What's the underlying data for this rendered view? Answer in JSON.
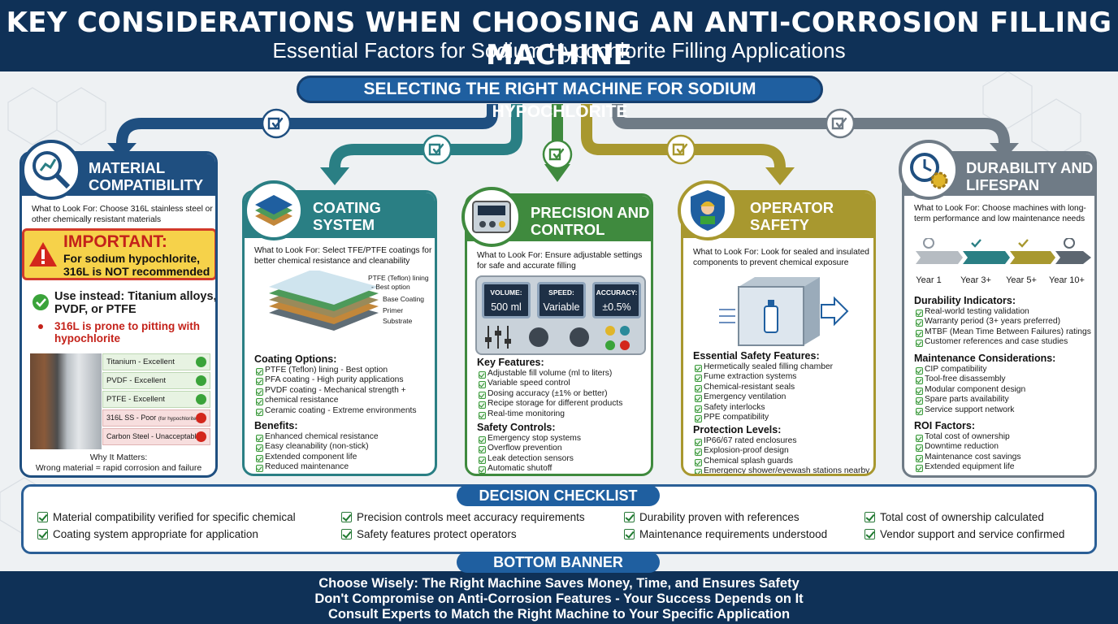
{
  "header": {
    "title": "KEY CONSIDERATIONS WHEN CHOOSING AN ANTI-CORROSION FILLING MACHINE",
    "subtitle": "Essential Factors for Sodium Hypochlorite Filling Applications"
  },
  "selector": {
    "label": "SELECTING THE RIGHT MACHINE FOR SODIUM HYPOCHLORITE"
  },
  "colors": {
    "navy": "#0f3157",
    "blue": "#1f5fa0",
    "teal": "#2a7f84",
    "green": "#3f8a3e",
    "olive": "#a8982f",
    "gray": "#6f7b86"
  },
  "material": {
    "title_line1": "MATERIAL",
    "title_line2": "COMPATIBILITY",
    "look_for": "What to Look For: Choose 316L stainless steel or other chemically resistant materials",
    "important_title": "IMPORTANT:",
    "important_text": "For sodium hypochlorite, 316L is NOT recommended",
    "use_instead": "Use instead: Titanium alloys, PVDF, or PTFE",
    "warning": "316L is prone to pitting with hypochlorite",
    "ratings": [
      {
        "label": "Titanium - Excellent",
        "good": true
      },
      {
        "label": "PVDF - Excellent",
        "good": true
      },
      {
        "label": "PTFE - Excellent",
        "good": true
      },
      {
        "label": "316L SS - Poor",
        "note": "(for hypochlorite)",
        "good": false
      },
      {
        "label": "Carbon Steel - Unacceptable",
        "good": false
      }
    ],
    "why_title": "Why It Matters:",
    "why_text": "Wrong material = rapid corrosion and failure"
  },
  "coating": {
    "title_line1": "COATING",
    "title_line2": "SYSTEM",
    "look_for": "What to Look For: Select TFE/PTFE coatings for better chemical resistance and cleanability",
    "layers": [
      "PTFE (Teflon) lining",
      "- Best option",
      "Base Coating",
      "Primer",
      "Substrate"
    ],
    "options_title": "Coating Options:",
    "options": [
      "PTFE (Teflon) lining - Best option",
      "PFA coating - High purity applications",
      "PVDF coating - Mechanical strength +",
      "chemical resistance",
      "Ceramic coating - Extreme environments"
    ],
    "benefits_title": "Benefits:",
    "benefits": [
      "Enhanced chemical resistance",
      "Easy cleanability (non-stick)",
      "Extended component life",
      "Reduced maintenance"
    ]
  },
  "precision": {
    "title_line1": "PRECISION AND",
    "title_line2": "CONTROL",
    "look_for": "What to Look For: Ensure adjustable settings for safe and accurate filling",
    "screens": [
      {
        "label": "VOLUME:",
        "value": "500 ml"
      },
      {
        "label": "SPEED:",
        "value": "Variable"
      },
      {
        "label": "ACCURACY:",
        "value": "±0.5%"
      }
    ],
    "features_title": "Key Features:",
    "features": [
      "Adjustable fill volume (ml to liters)",
      "Variable speed control",
      "Dosing accuracy (±1% or better)",
      "Recipe storage for different products",
      "Real-time monitoring"
    ],
    "safety_title": "Safety Controls:",
    "safety": [
      "Emergency stop systems",
      "Overflow prevention",
      "Leak detection sensors",
      "Automatic shutoff"
    ]
  },
  "operator": {
    "title_line1": "OPERATOR",
    "title_line2": "SAFETY",
    "look_for": "What to Look For: Look for sealed and insulated components to prevent chemical exposure",
    "features_title": "Essential Safety Features:",
    "features": [
      "Hermetically sealed filling chamber",
      "Fume extraction systems",
      "Chemical-resistant seals",
      "Emergency ventilation",
      "Safety interlocks",
      "PPE compatibility"
    ],
    "levels_title": "Protection Levels:",
    "levels": [
      "IP66/67 rated enclosures",
      "Explosion-proof design",
      "Chemical splash guards",
      "Emergency shower/eyewash stations nearby"
    ]
  },
  "durability": {
    "title_line1": "DURABILITY AND",
    "title_line2": "LIFESPAN",
    "look_for": "What to Look For: Choose machines with long-term performance and low maintenance needs",
    "years": [
      "Year 1",
      "Year 3+",
      "Year 5+",
      "Year 10+"
    ],
    "indicators_title": "Durability Indicators:",
    "indicators": [
      "Real-world testing validation",
      "Warranty period (3+ years preferred)",
      "MTBF (Mean Time Between Failures) ratings",
      "Customer references and case studies"
    ],
    "maintenance_title": "Maintenance Considerations:",
    "maintenance": [
      "CIP compatibility",
      "Tool-free disassembly",
      "Modular component design",
      "Spare parts availability",
      "Service support network"
    ],
    "roi_title": "ROI Factors:",
    "roi": [
      "Total cost of ownership",
      "Downtime reduction",
      "Maintenance cost savings",
      "Extended equipment life"
    ]
  },
  "checklist": {
    "title": "DECISION CHECKLIST",
    "items": [
      "Material compatibility verified for specific chemical",
      "Coating system appropriate for application",
      "Precision controls meet accuracy requirements",
      "Safety features protect operators",
      "Durability proven with references",
      "Maintenance requirements understood",
      "Total cost of ownership calculated",
      "Vendor support and service confirmed"
    ]
  },
  "banner": {
    "title": "BOTTOM BANNER",
    "lines": [
      "Choose Wisely: The Right Machine Saves Money, Time, and Ensures Safety",
      "Don't Compromise on Anti-Corrosion Features - Your Success Depends on It",
      "Consult Experts to Match the Right Machine to Your Specific Application"
    ]
  }
}
